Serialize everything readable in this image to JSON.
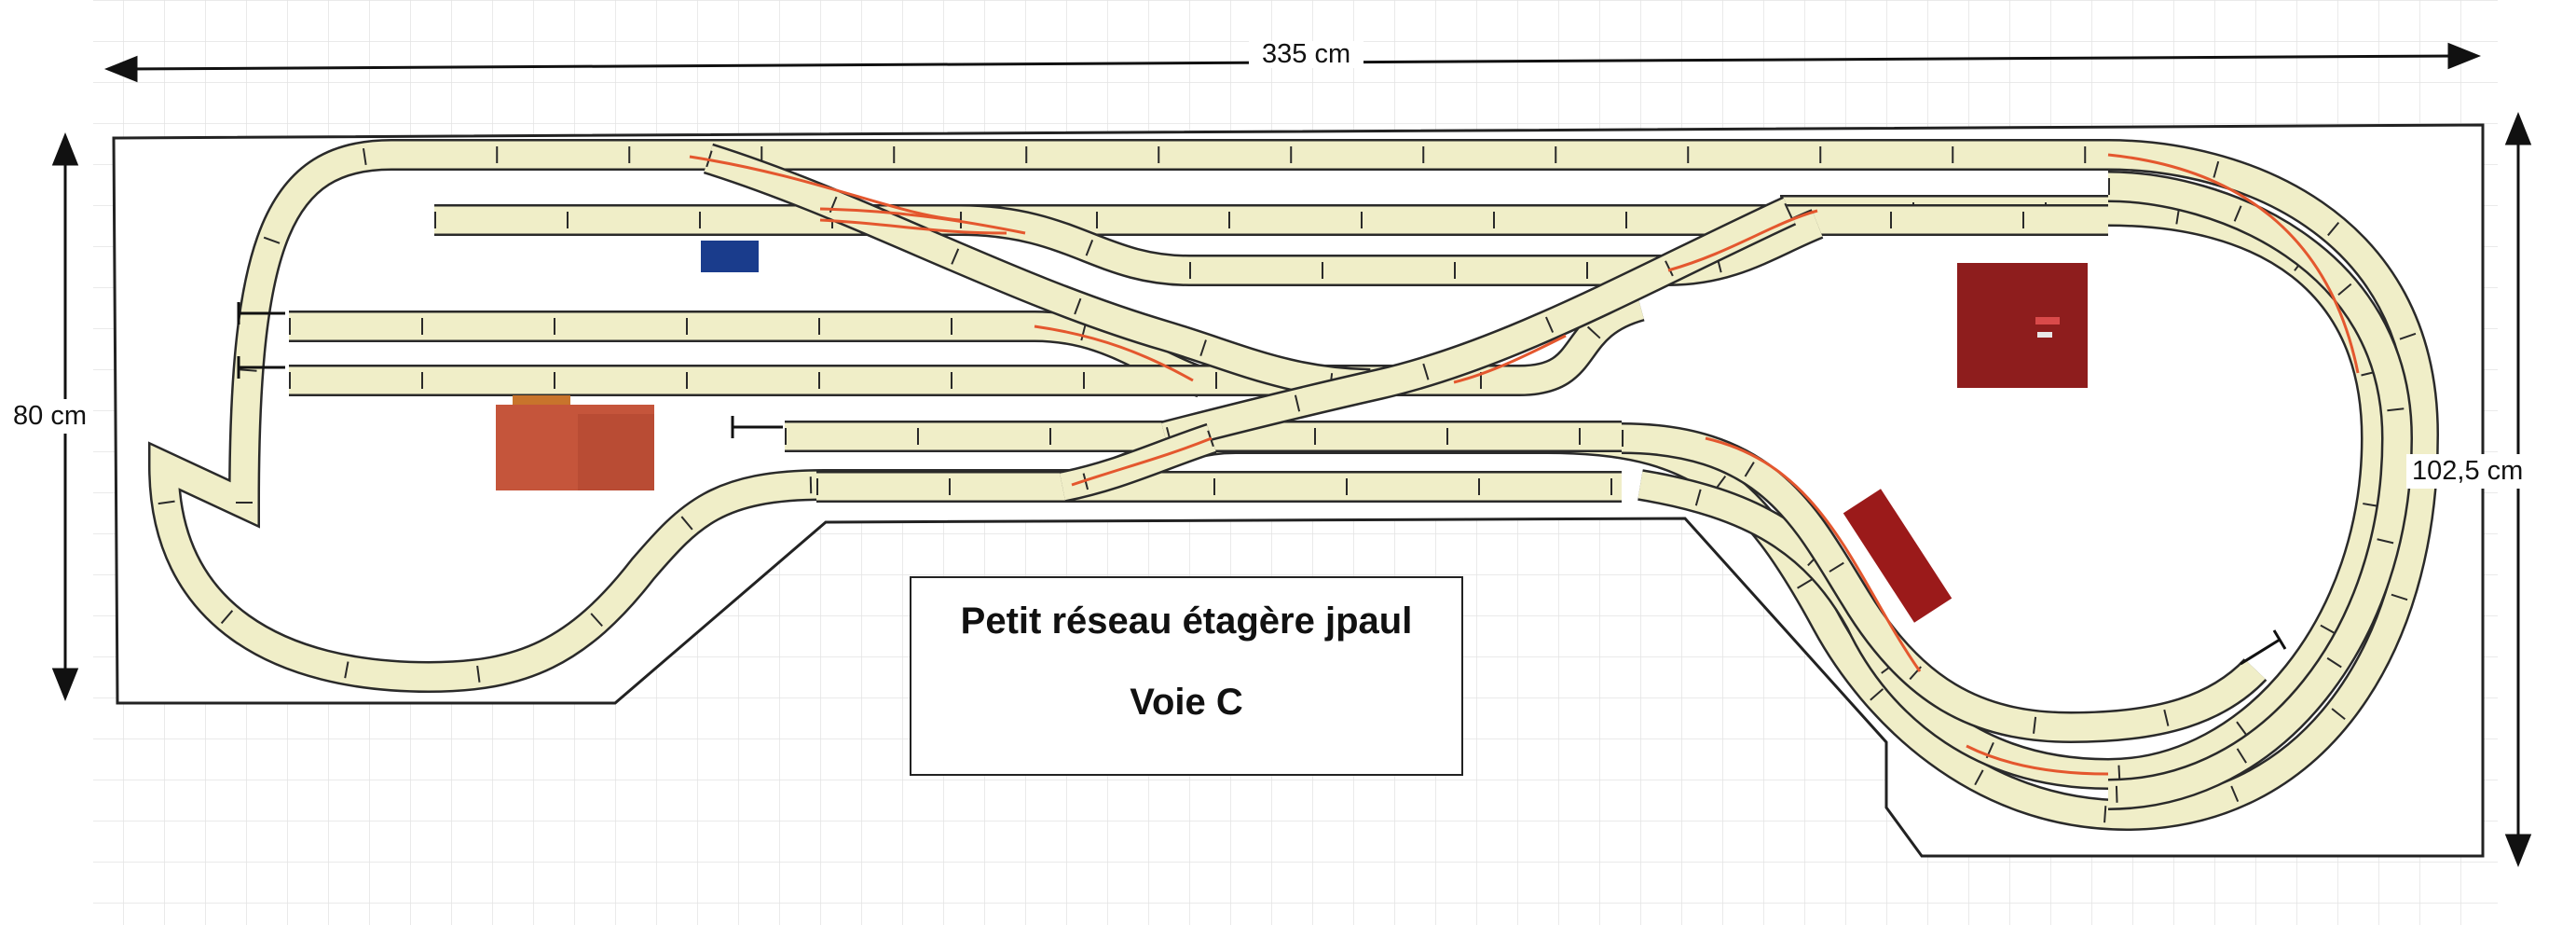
{
  "dimensions": {
    "width_label": "335 cm",
    "left_height_label": "80 cm",
    "right_height_label": "102,5 cm"
  },
  "title": {
    "line1": "Petit réseau étagère jpaul",
    "line2": "Voie C"
  },
  "colors": {
    "track_fill": "#f0eec8",
    "track_edge": "#2a2a2a",
    "turnout_rail": "#e4572e",
    "board_outline": "#222222",
    "grid": "#e3e3e3",
    "building_brick": "#c5553b",
    "building_dark_red": "#8e1d1d",
    "wagon_red": "#9b1a1a",
    "blue_block": "#1a3c8c"
  },
  "icons": [
    "buffer-stop-icon",
    "turnout-icon",
    "building-icon",
    "wagon-icon"
  ]
}
